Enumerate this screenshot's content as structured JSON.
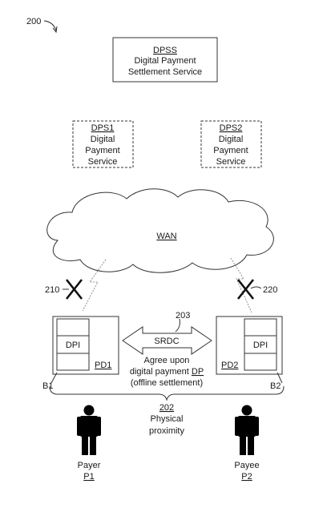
{
  "figure_number": "200",
  "dpss": {
    "abbrev": "DPSS",
    "line1": "Digital Payment",
    "line2": "Settlement Service"
  },
  "dps1": {
    "abbrev": "DPS1",
    "line1": "Digital",
    "line2": "Payment",
    "line3": "Service"
  },
  "dps2": {
    "abbrev": "DPS2",
    "line1": "Digital",
    "line2": "Payment",
    "line3": "Service"
  },
  "wan": {
    "label": "WAN"
  },
  "link_left": {
    "ref": "210"
  },
  "link_right": {
    "ref": "220"
  },
  "pd1": {
    "label": "PD1",
    "dpi": "DPI",
    "boundary": "B1"
  },
  "pd2": {
    "label": "PD2",
    "dpi": "DPI",
    "boundary": "B2"
  },
  "srdc": {
    "ref": "203",
    "label": "SRDC"
  },
  "agreement": {
    "line1": "Agree upon",
    "line2_prefix": "digital payment ",
    "line2_term": "DP",
    "line3": "(offline settlement)"
  },
  "proximity": {
    "ref": "202",
    "line1": "Physical",
    "line2": "proximity"
  },
  "payer": {
    "role": "Payer",
    "id": "P1"
  },
  "payee": {
    "role": "Payee",
    "id": "P2"
  }
}
